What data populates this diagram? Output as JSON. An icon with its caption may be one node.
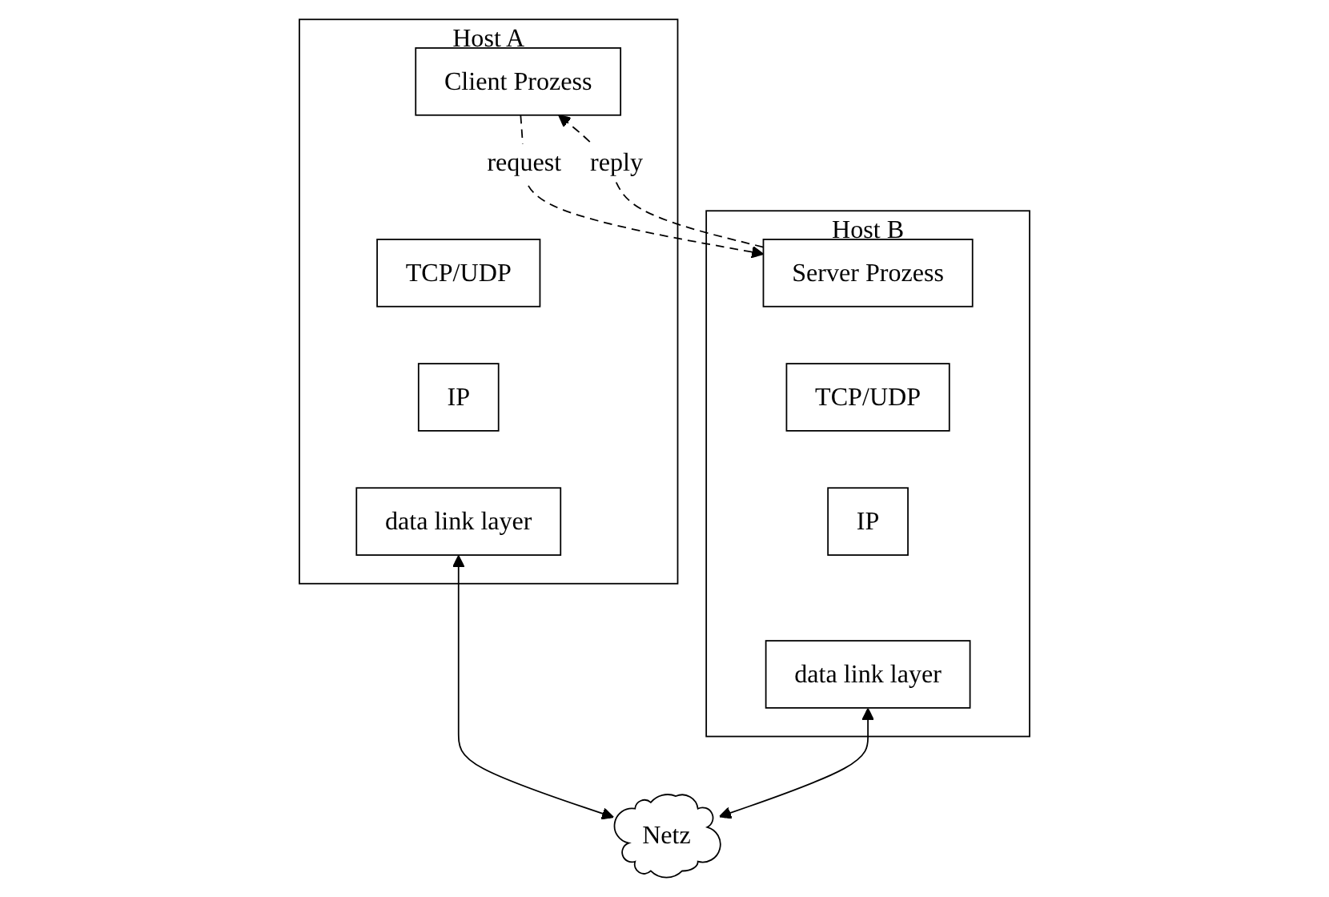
{
  "diagram": {
    "nodes": [
      {
        "text": [
          "Host A"
        ]
      },
      {
        "text": [
          "Client Prozess"
        ],
        "in": 0
      },
      {
        "text": [
          "TCP/UDP"
        ],
        "in": 0
      },
      {
        "text": [
          "IP"
        ],
        "in": 0
      },
      {
        "text": [
          "data link layer"
        ],
        "in": 0
      },
      {
        "text": [
          "Host B"
        ]
      },
      {
        "text": [
          "Server Prozess"
        ],
        "in": 5
      },
      {
        "text": [
          "TCP/UDP"
        ],
        "in": 5
      },
      {
        "text": [
          "IP"
        ],
        "in": 5
      },
      {
        "text": [
          "data link layer"
        ],
        "in": 5
      },
      {
        "text": [
          "Netz"
        ]
      }
    ],
    "edges": [
      {
        "from": 1,
        "to": 6,
        "arrow": "to",
        "label": "request",
        "style": "dashed"
      },
      {
        "from": 6,
        "to": 1,
        "arrow": "to",
        "label": "reply",
        "style": "dashed"
      },
      {
        "from": 4,
        "to": 10,
        "arrow": "both"
      },
      {
        "from": 9,
        "to": 10,
        "arrow": "both"
      }
    ]
  }
}
